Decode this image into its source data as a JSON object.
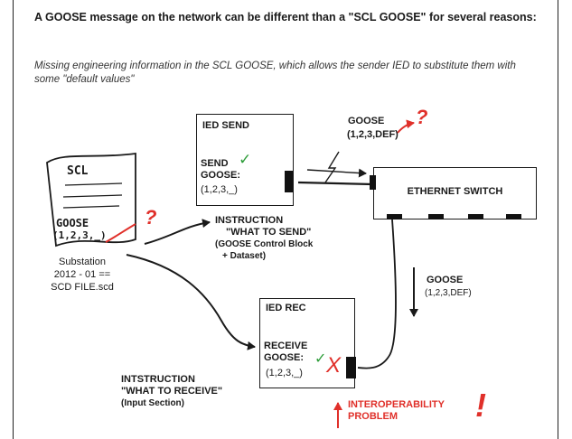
{
  "heading": "A GOOSE message on the network can be different than a \"SCL GOOSE\" for several reasons:",
  "note": "Missing engineering information in the SCL GOOSE, which allows the sender IED to substitute them with some \"default values\"",
  "ied_send": {
    "title": "IED SEND",
    "send_label": "SEND",
    "goose_label": "GOOSE:",
    "goose_value": "(1,2,3,_)"
  },
  "ied_rec": {
    "title": "IED REC",
    "receive_label": "RECEIVE",
    "goose_label": "GOOSE:",
    "goose_value": "(1,2,3,_)"
  },
  "switch_label": "ETHERNET SWITCH",
  "goose_top": {
    "label": "GOOSE",
    "value": "(1,2,3,DEF)"
  },
  "goose_down": {
    "label": "GOOSE",
    "value": "(1,2,3,DEF)"
  },
  "scl_file": {
    "header": "SCL",
    "goose_label": "GOOSE",
    "goose_value": "(1,2,3,_)",
    "caption_line1": "Substation",
    "caption_line2": "2012 - 01 ==",
    "caption_line3": "SCD FILE.scd"
  },
  "instruction_send": {
    "line1": "INSTRUCTION",
    "line2": "\"WHAT TO SEND\"",
    "line3": "(GOOSE Control Block",
    "line4": "+ Dataset)"
  },
  "instruction_receive": {
    "line1": "INTSTRUCTION",
    "line2": "\"WHAT TO RECEIVE\"",
    "line3": "(Input Section)"
  },
  "interop": {
    "line1": "INTEROPERABILITY",
    "line2": "PROBLEM"
  },
  "marks": {
    "check": "✓",
    "cross": "X",
    "question": "?",
    "exclaim": "!"
  },
  "colors": {
    "red": "#e0302a",
    "green": "#2e9d3a",
    "ink": "#1a1a1a"
  }
}
